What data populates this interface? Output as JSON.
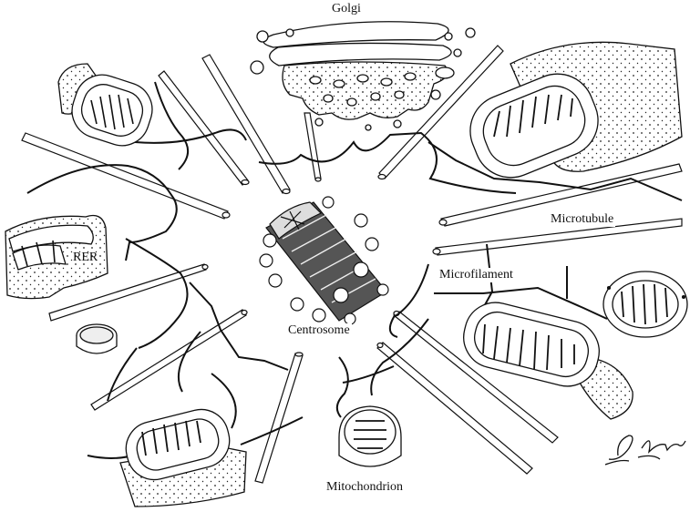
{
  "labels": {
    "golgi": "Golgi",
    "rer": "RER",
    "microtubule": "Microtubule",
    "microfilament": "Microfilament",
    "centrosome": "Centrosome",
    "mitochondrion": "Mitochondrion"
  },
  "signature": "F. Bavoni",
  "style": {
    "ink": "#111111",
    "paper": "#ffffff"
  }
}
